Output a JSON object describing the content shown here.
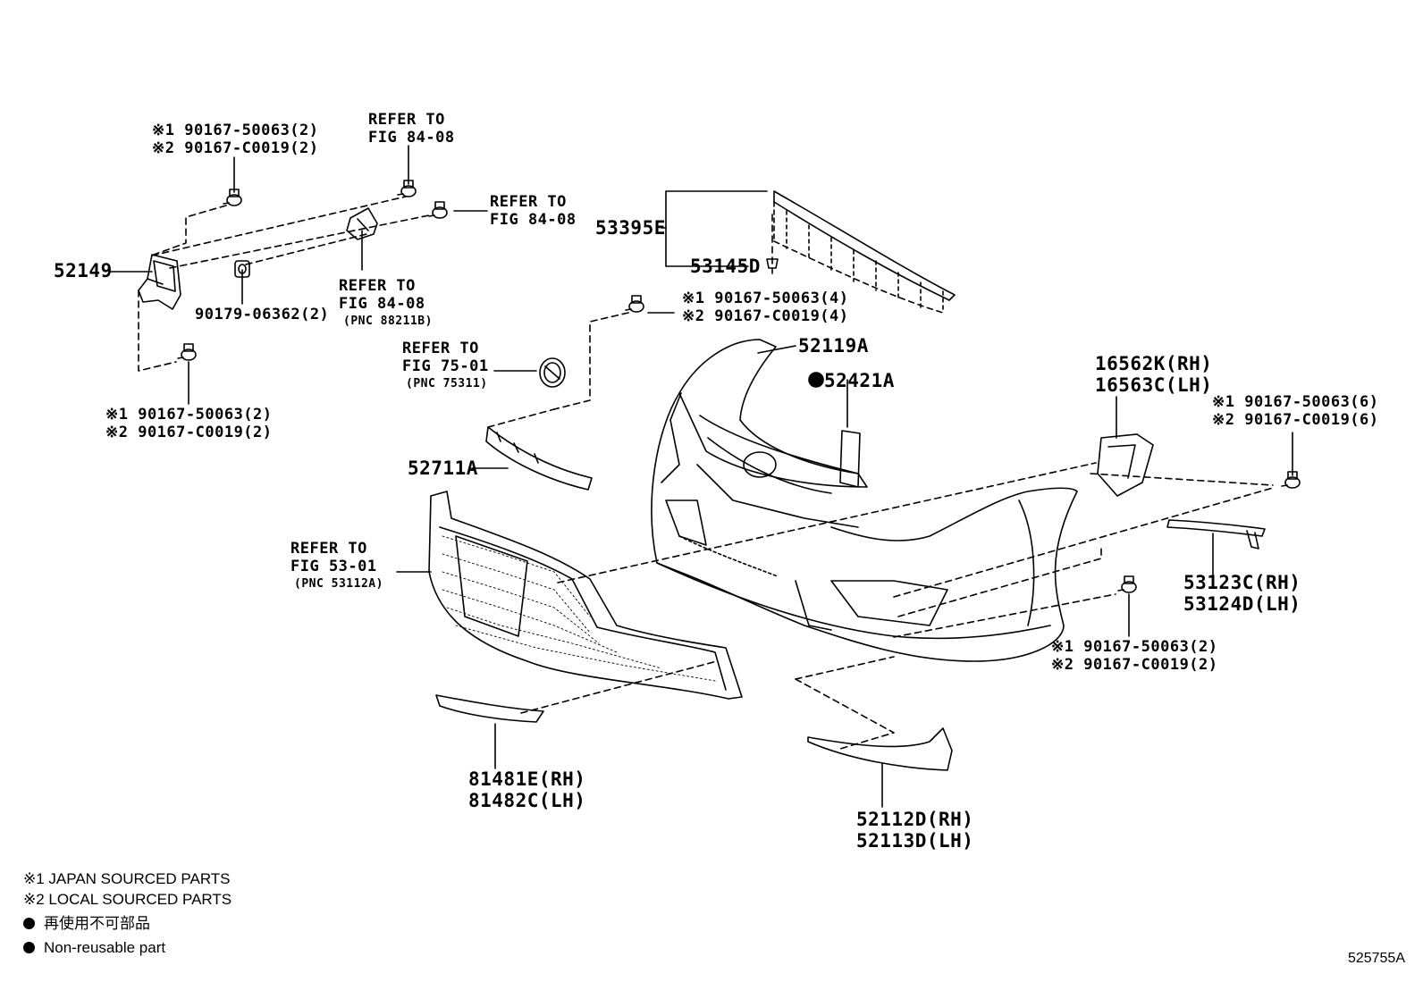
{
  "labels": {
    "ref_fig_84_08_a": "REFER TO\nFIG 84-08",
    "ref_fig_84_08_b": "REFER TO\nFIG 84-08",
    "ref_fig_84_08_c": "REFER TO\nFIG 84-08",
    "ref_fig_84_08_c_pnc": "(PNC 88211B)",
    "ref_fig_75_01": "REFER TO\nFIG 75-01",
    "ref_fig_75_01_pnc": "(PNC 75311)",
    "ref_fig_53_01": "REFER TO\nFIG 53-01",
    "ref_fig_53_01_pnc": "(PNC 53112A)",
    "clip_top_left": "※1 90167-50063(2)\n※2 90167-C0019(2)",
    "clip_bottom_left": "※1 90167-50063(2)\n※2 90167-C0019(2)",
    "clip_middle": "※1 90167-50063(4)\n※2 90167-C0019(4)",
    "clip_right": "※1 90167-50063(6)\n※2 90167-C0019(6)",
    "clip_lower_right": "※1 90167-50063(2)\n※2 90167-C0019(2)",
    "p52149": "52149",
    "p90179": "90179-06362(2)",
    "p53395E": "53395E",
    "p53145D": "53145D",
    "p52119A": "52119A",
    "p52421A": "52421A",
    "p52711A": "52711A",
    "p16562K": "16562K(RH)\n16563C(LH)",
    "p53123C": "53123C(RH)\n53124D(LH)",
    "p81481E": "81481E(RH)\n81482C(LH)",
    "p52112D": "52112D(RH)\n52113D(LH)"
  },
  "legend": {
    "japan": "※1 JAPAN SOURCED PARTS",
    "local": "※2 LOCAL SOURCED PARTS",
    "non_reusable_jp": "再使用不可部品",
    "non_reusable_en": "Non-reusable part"
  },
  "drawing_id": "525755A"
}
